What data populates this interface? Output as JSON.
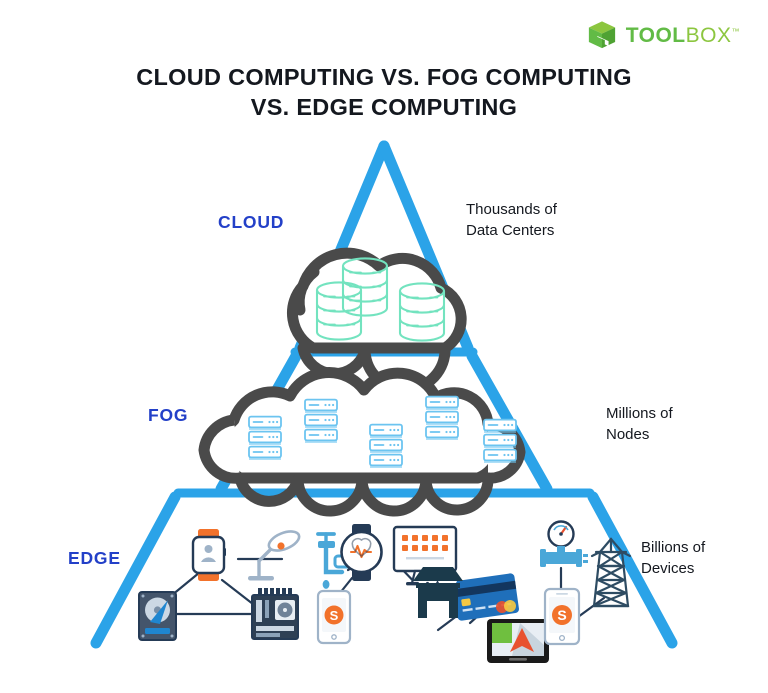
{
  "brand": {
    "logo_icon": "green-cube-box-icon",
    "name_part1": "TOOL",
    "name_part2": "BOX",
    "trademark": "™",
    "color_primary": "#62bb46",
    "color_secondary": "#8cc63f"
  },
  "title": {
    "line1": "CLOUD COMPUTING VS. FOG COMPUTING",
    "line2": "VS. EDGE COMPUTING"
  },
  "colors": {
    "pyramid_blue": "#2BA3E8",
    "label_blue": "#2340c8",
    "cloud_outline": "#4a4a4a",
    "database_green": "#73e3bf",
    "server_blue": "#6cc4f0",
    "device_navy": "#253b56",
    "device_orange": "#f2722b",
    "title_text": "#14181f"
  },
  "tiers": [
    {
      "id": "cloud",
      "label": "CLOUD",
      "desc_line1": "Thousands of",
      "desc_line2": "Data Centers",
      "container_icon": "cloud-icon",
      "contents": "3 database-server icons",
      "item_count": 3,
      "item_icon": "database-icon"
    },
    {
      "id": "fog",
      "label": "FOG",
      "desc_line1": "Millions of",
      "desc_line2": "Nodes",
      "container_icon": "cloud-icon",
      "contents": "5 stacked server-rack icons",
      "item_count": 5,
      "item_icon": "server-rack-icon"
    },
    {
      "id": "edge",
      "label": "EDGE",
      "desc_line1": "Billions of",
      "desc_line2": "Devices",
      "container_icon": "pyramid-base",
      "contents": "networked edge devices",
      "devices": [
        "smartwatch-icon",
        "desk-lamp-icon",
        "hard-drive-icon",
        "motherboard-icon",
        "faucet-icon",
        "fitness-watch-icon",
        "smartphone-payment-icon",
        "desktop-monitor-icon",
        "credit-card-icon",
        "storefront-icon",
        "gps-navigation-tablet-icon",
        "pressure-gauge-valve-icon",
        "smartphone-payment-icon",
        "power-transmission-tower-icon"
      ]
    }
  ]
}
